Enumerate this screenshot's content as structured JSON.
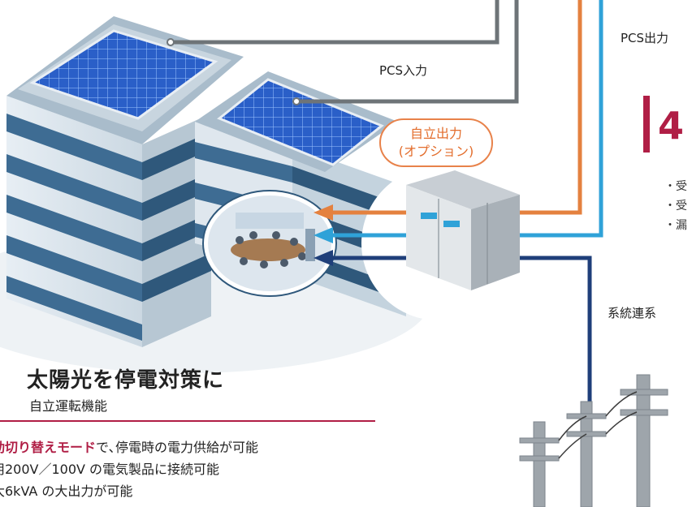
{
  "labels": {
    "pcs_input": "PCS入力",
    "pcs_output": "PCS出力",
    "grid_connection": "系統連系",
    "self_output_line1": "自立出力",
    "self_output_line2": "(オプション)"
  },
  "section_number": "4",
  "bullet_items": [
    "・受",
    "・受",
    "・漏"
  ],
  "feature": {
    "title": "太陽光を停電対策に",
    "subtitle": "自立運転機能",
    "items": [
      {
        "highlight": "動切り替えモード",
        "text": "で､停電時の電力供給が可能"
      },
      {
        "highlight": "",
        "text": "用200V／100V の電気製品に接続可能"
      },
      {
        "highlight": "",
        "text": "大6kVA の大出力が可能"
      }
    ]
  },
  "colors": {
    "pcs_input_line": "#6e7478",
    "self_output_line": "#e4813f",
    "pcs_output_line": "#2fa2d8",
    "grid_line": "#1f3f7a",
    "accent": "#b01e45",
    "building_stripe": "#3e6c93"
  },
  "icons": [
    "solar-panel-icon",
    "building-icon",
    "meeting-room-icon",
    "power-conditioner-icon",
    "utility-pole-icon"
  ]
}
